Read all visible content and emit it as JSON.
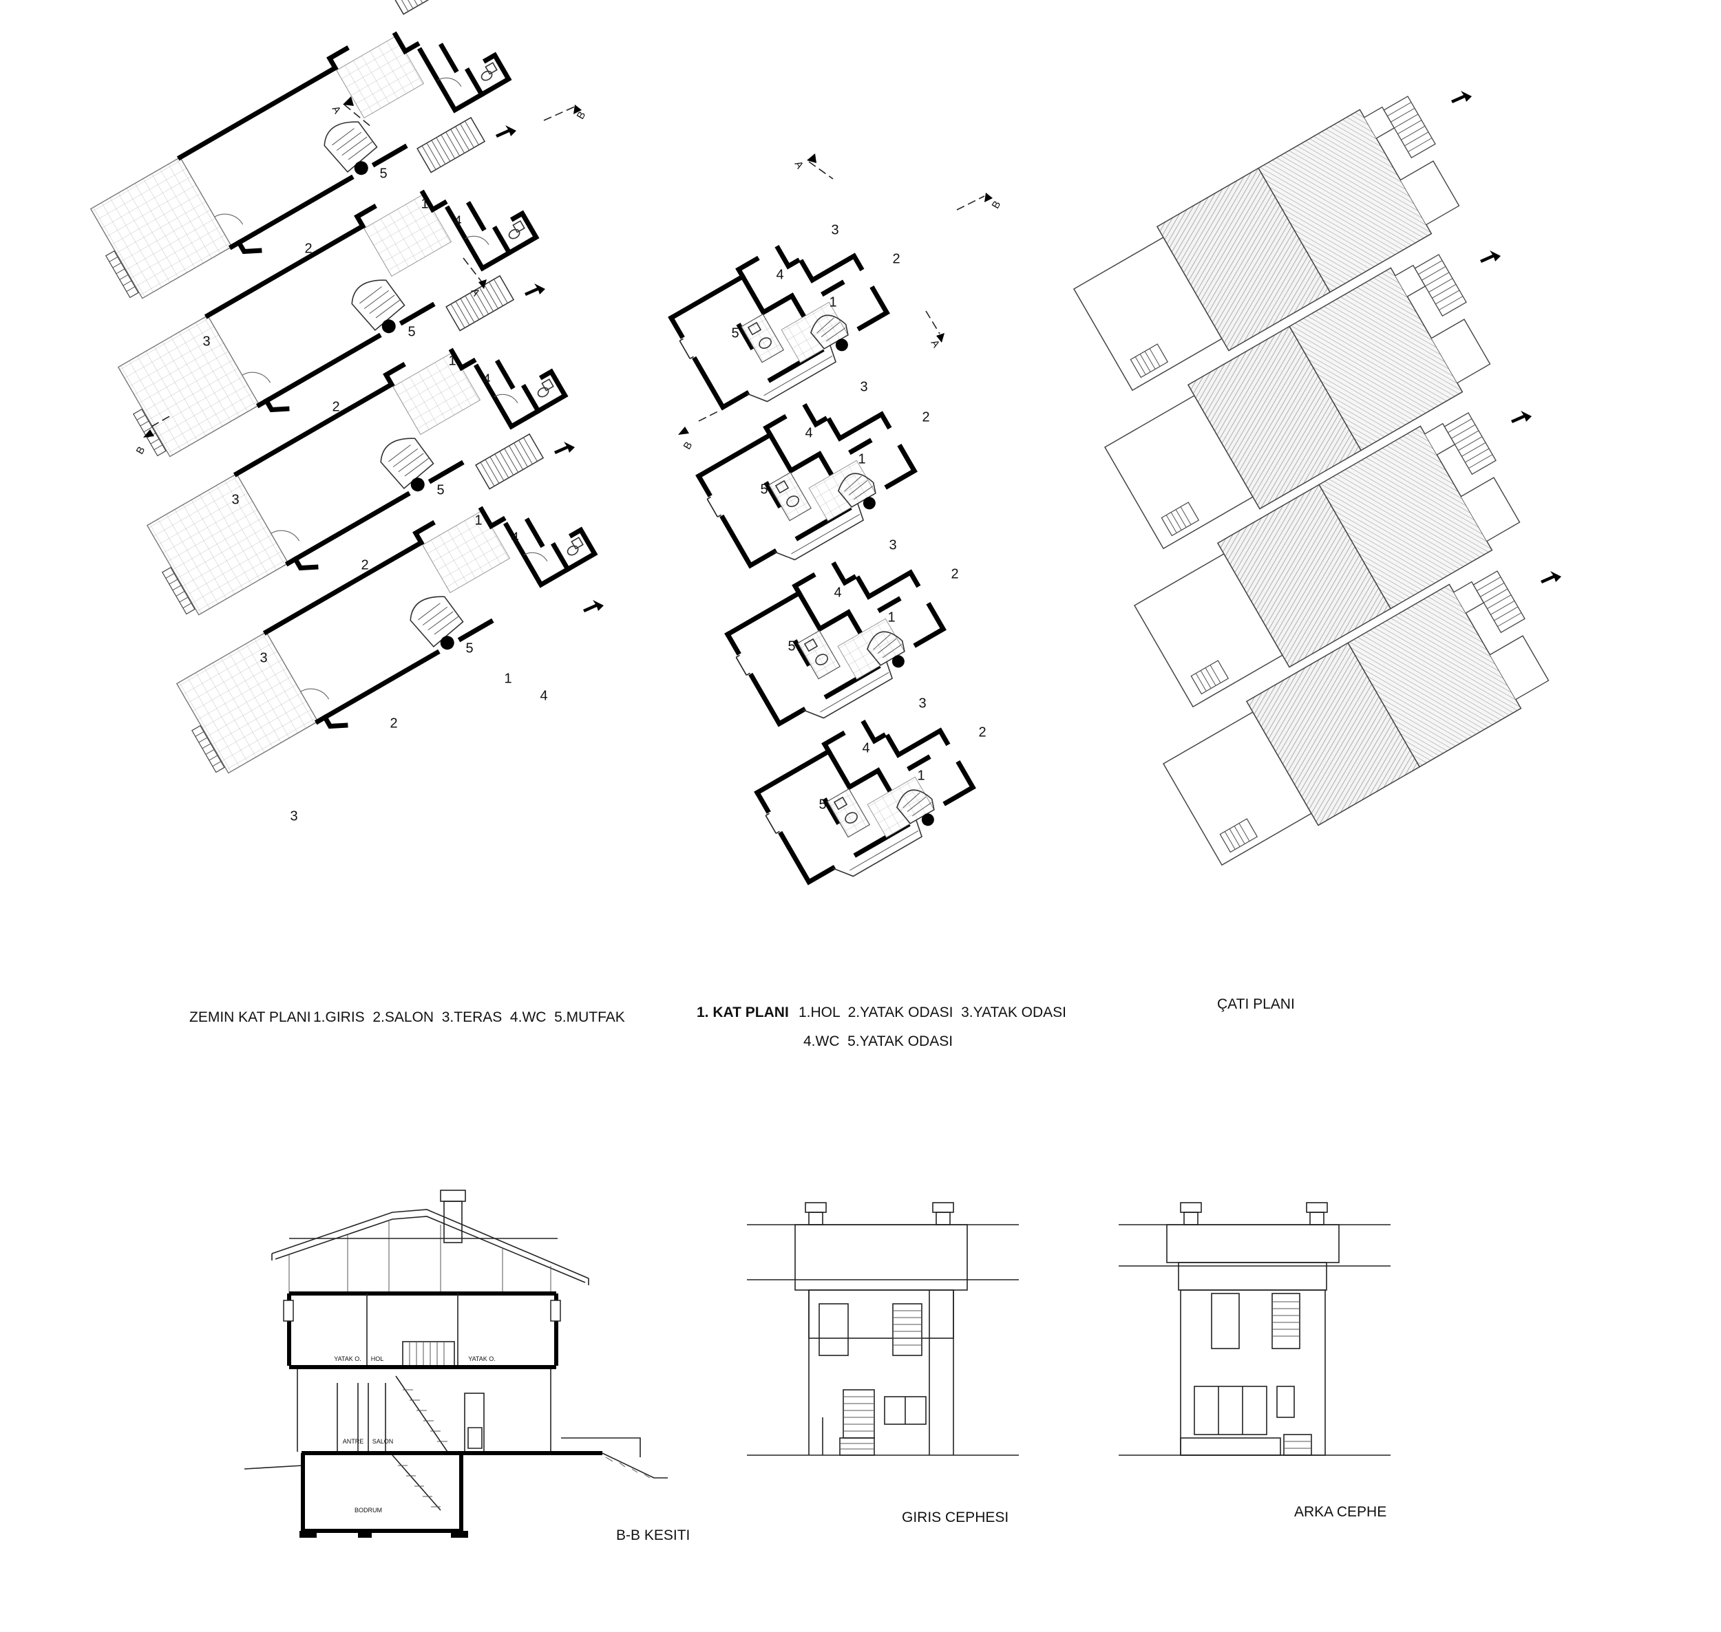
{
  "plans": {
    "ground": {
      "caption": "ZEMIN KAT PLANI",
      "legend": "1.GIRIS  2.SALON  3.TERAS  4.WC  5.MUTFAK",
      "rooms": [
        "1",
        "2",
        "3",
        "4",
        "5"
      ],
      "section_marks": [
        "A",
        "A",
        "B",
        "B"
      ]
    },
    "first": {
      "caption": "1. KAT PLANI",
      "legend_line1": "1.HOL  2.YATAK ODASI  3.YATAK ODASI",
      "legend_line2": "4.WC  5.YATAK ODASI",
      "rooms": [
        "1",
        "2",
        "3",
        "4",
        "5"
      ],
      "section_marks": [
        "A",
        "A",
        "B",
        "B"
      ]
    },
    "roof": {
      "caption": "ÇATI PLANI"
    }
  },
  "section": {
    "caption": "B-B KESITI",
    "labels": {
      "yatak1": "YATAK O.",
      "hol": "HOL",
      "yatak2": "YATAK O.",
      "antre": "ANTRE",
      "salon": "SALON",
      "bodrum": "BODRUM"
    }
  },
  "elevations": {
    "front": {
      "caption": "GIRIS CEPHESI"
    },
    "back": {
      "caption": "ARKA CEPHE"
    }
  },
  "colors": {
    "ink": "#000000",
    "hatch": "#8a8a8a",
    "paper": "#ffffff"
  }
}
